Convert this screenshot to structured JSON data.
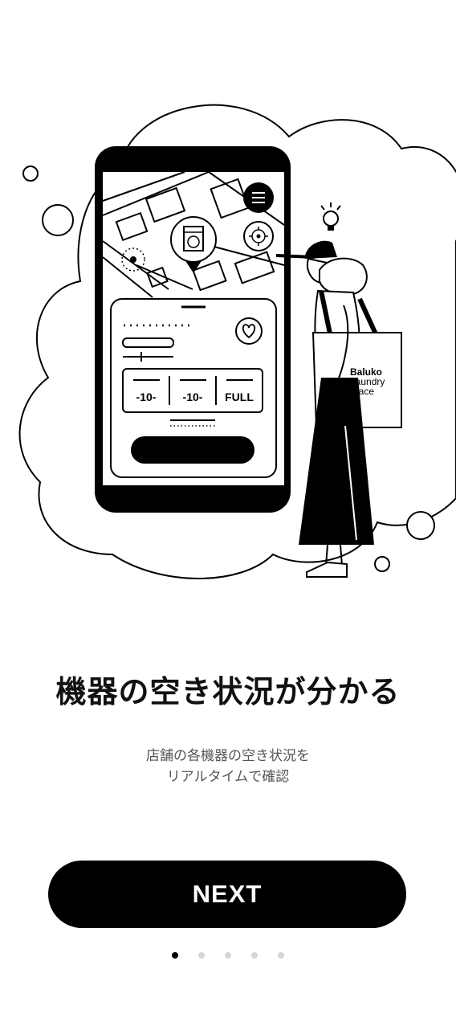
{
  "onboarding": {
    "headline": "機器の空き状況が分かる",
    "description_lines": [
      "店舗の各機器の空き状況を",
      "リアルタイムで確認"
    ],
    "next_label": "NEXT"
  },
  "pager": {
    "total": 5,
    "active_index": 0
  },
  "illustration": {
    "tote_bag_text": [
      "Baluko",
      "Laundry",
      "Place"
    ],
    "machine_status": [
      "-10-",
      "-10-",
      "FULL"
    ],
    "icons": [
      "menu-icon",
      "washer-icon",
      "locate-icon",
      "heart-icon",
      "lightbulb-icon"
    ]
  }
}
